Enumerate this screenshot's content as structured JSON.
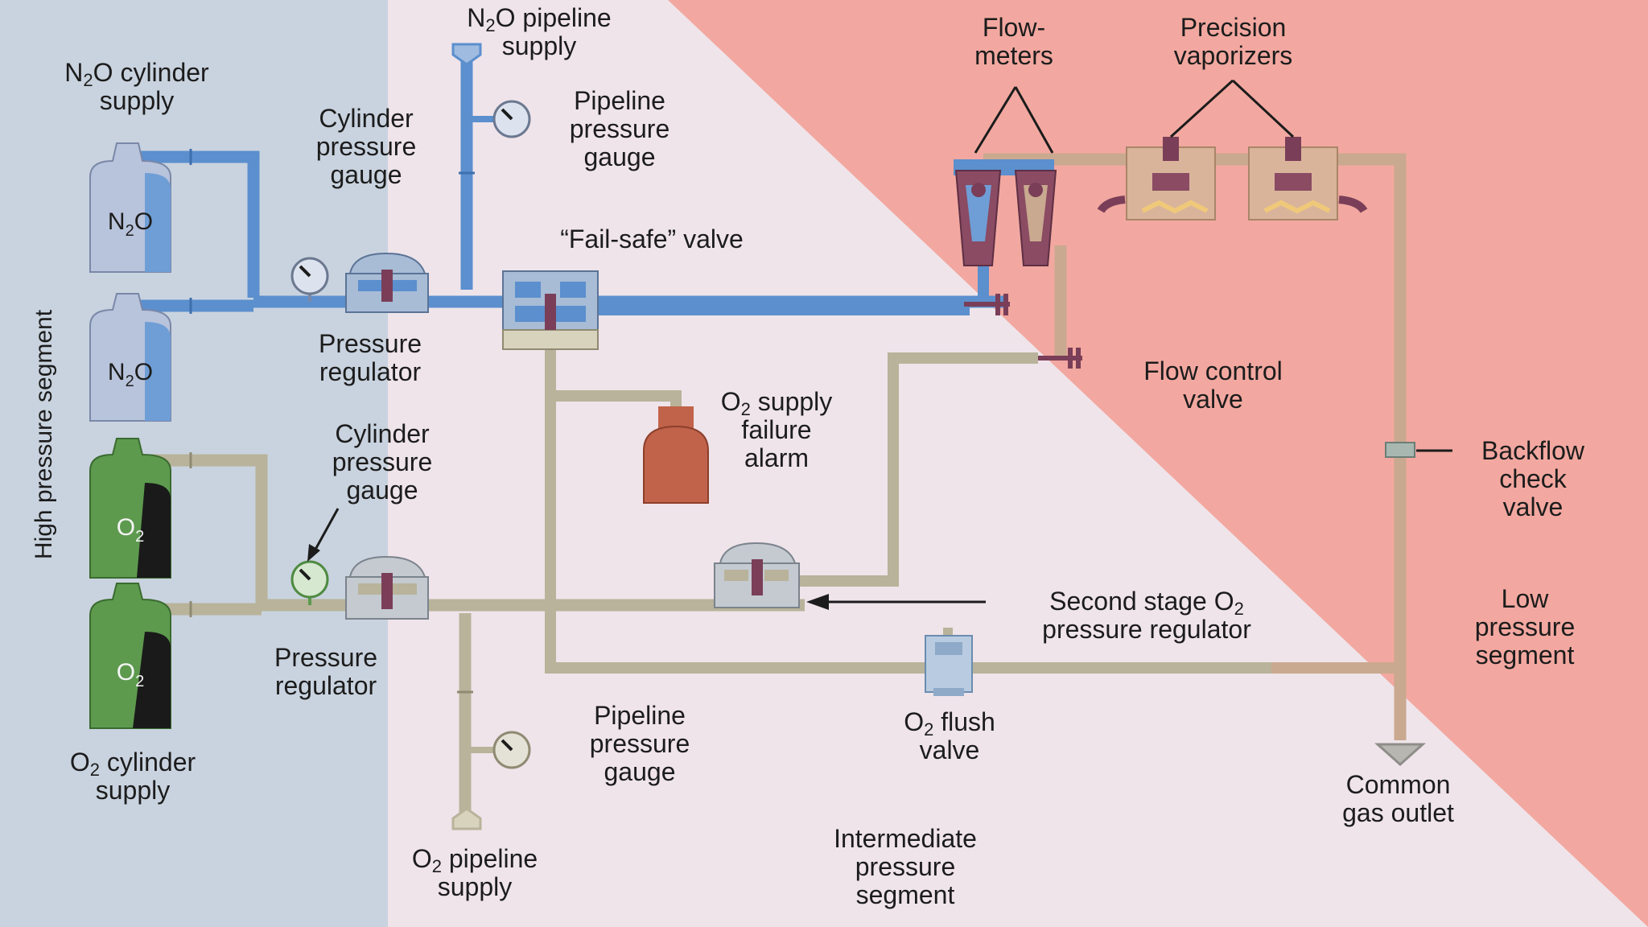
{
  "segments": {
    "high": "High pressure segment",
    "intermediate": [
      "Intermediate",
      "pressure",
      "segment"
    ],
    "low": [
      "Low",
      "pressure",
      "segment"
    ]
  },
  "labels": {
    "n2o_pipeline_supply": [
      "N<sub>2</sub>O pipeline",
      "supply"
    ],
    "n2o_cylinder_supply": [
      "N<sub>2</sub>O cylinder",
      "supply"
    ],
    "cylinder_pressure_gauge_top": [
      "Cylinder",
      "pressure",
      "gauge"
    ],
    "pipeline_pressure_gauge_top": [
      "Pipeline",
      "pressure",
      "gauge"
    ],
    "fail_safe_valve": [
      "“Fail-safe” valve"
    ],
    "pressure_regulator_top": [
      "Pressure",
      "regulator"
    ],
    "o2_supply_failure_alarm": [
      "O<sub>2</sub> supply",
      "failure",
      "alarm"
    ],
    "cylinder_pressure_gauge_bottom": [
      "Cylinder",
      "pressure",
      "gauge"
    ],
    "pressure_regulator_bottom": [
      "Pressure",
      "regulator"
    ],
    "o2_cylinder_supply": [
      "O<sub>2</sub> cylinder",
      "supply"
    ],
    "pipeline_pressure_gauge_bottom": [
      "Pipeline",
      "pressure",
      "gauge"
    ],
    "o2_pipeline_supply": [
      "O<sub>2</sub> pipeline",
      "supply"
    ],
    "o2_flush_valve": [
      "O<sub>2</sub> flush",
      "valve"
    ],
    "second_stage_regulator": [
      "Second stage O<sub>2</sub>",
      "pressure regulator"
    ],
    "flowmeters": [
      "Flow-",
      "meters"
    ],
    "precision_vaporizers": [
      "Precision",
      "vaporizers"
    ],
    "flow_control_valve": [
      "Flow control",
      "valve"
    ],
    "backflow_check_valve": [
      "Backflow",
      "check",
      "valve"
    ],
    "common_gas_outlet": [
      "Common",
      "gas outlet"
    ]
  },
  "cylinders": {
    "n2o_1": "N<sub>2</sub>O",
    "n2o_2": "N<sub>2</sub>O",
    "o2_1": "O<sub>2</sub>",
    "o2_2": "O<sub>2</sub>"
  },
  "colors": {
    "high_zone": "#c9d3df",
    "intermediate_zone": "#efe4ea",
    "low_zone": "#f2a8a0",
    "n2o_pipe": "#5b8fce",
    "o2_pipe": "#b8b39a",
    "low_pipe": "#c9a98f",
    "n2o_cylinder": "#b8c3dc",
    "o2_cylinder": "#5d9a4e",
    "valve_dark": "#7a3e58",
    "alarm": "#c0634a"
  }
}
